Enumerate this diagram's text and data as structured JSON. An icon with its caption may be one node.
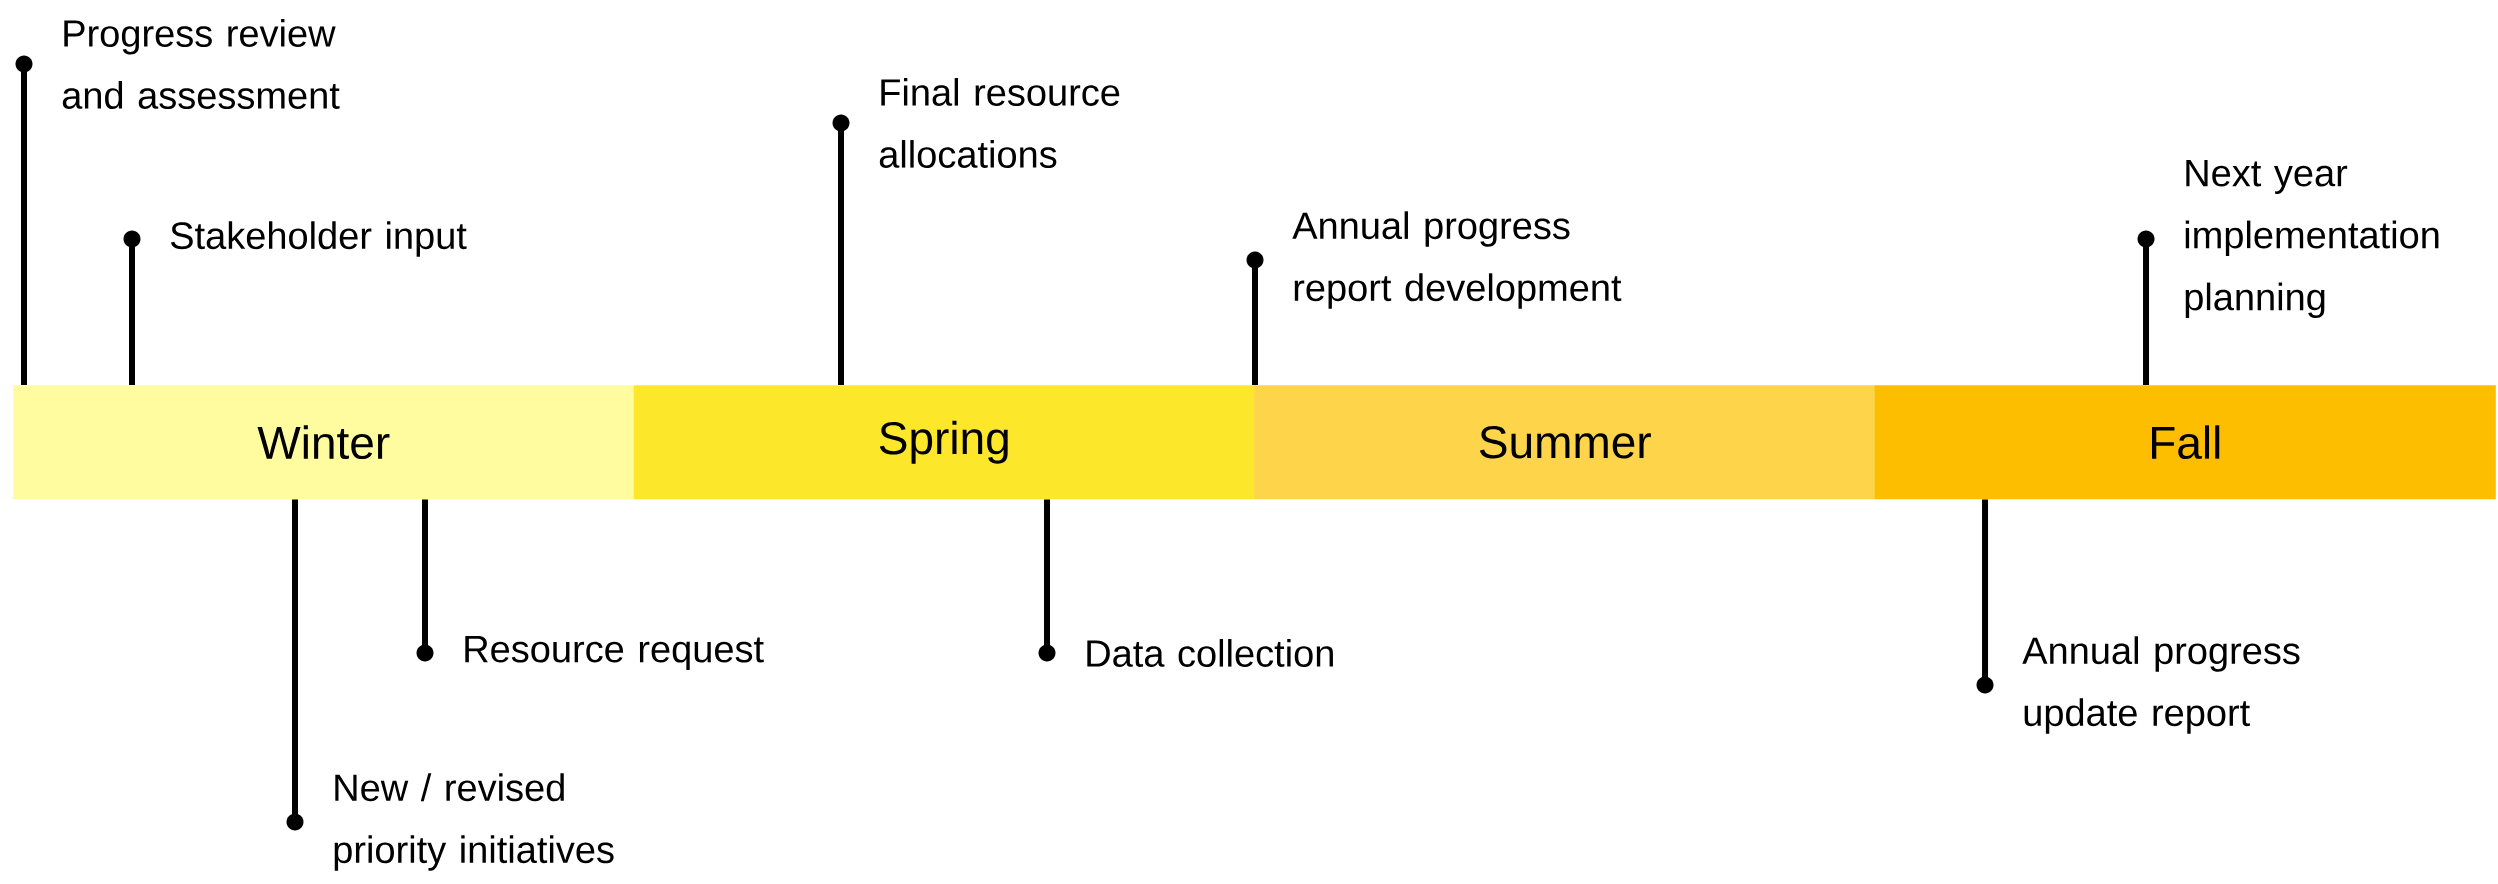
{
  "diagram": {
    "nodes": [
      {
        "text": [
          "Winter"
        ]
      },
      {
        "text": [
          "Spring"
        ]
      },
      {
        "text": [
          "Summer"
        ]
      },
      {
        "text": [
          "Fall"
        ]
      },
      {
        "text": [
          "Progress review and assessment"
        ]
      },
      {
        "text": [
          "Stakeholder input"
        ]
      },
      {
        "text": [
          "Final resource allocations"
        ]
      },
      {
        "text": [
          "Annual progress report development"
        ]
      },
      {
        "text": [
          "Next year implementation planning"
        ]
      },
      {
        "text": [
          "New / revised priority initiatives"
        ]
      },
      {
        "text": [
          "Resource request"
        ]
      },
      {
        "text": [
          "Data collection"
        ]
      },
      {
        "text": [
          "Annual progress update report"
        ]
      }
    ],
    "edges": [
      {
        "from": 0,
        "to": 4,
        "arrow": "other"
      },
      {
        "from": 0,
        "to": 5,
        "arrow": "other"
      },
      {
        "from": 1,
        "to": 6,
        "arrow": "other"
      },
      {
        "from": 2,
        "to": 7,
        "arrow": "other"
      },
      {
        "from": 3,
        "to": 8,
        "arrow": "other"
      },
      {
        "from": 0,
        "to": 9,
        "arrow": "other"
      },
      {
        "from": 0,
        "to": 10,
        "arrow": "other"
      },
      {
        "from": 1,
        "to": 11,
        "arrow": "other"
      },
      {
        "from": 3,
        "to": 12,
        "arrow": "other"
      }
    ]
  }
}
